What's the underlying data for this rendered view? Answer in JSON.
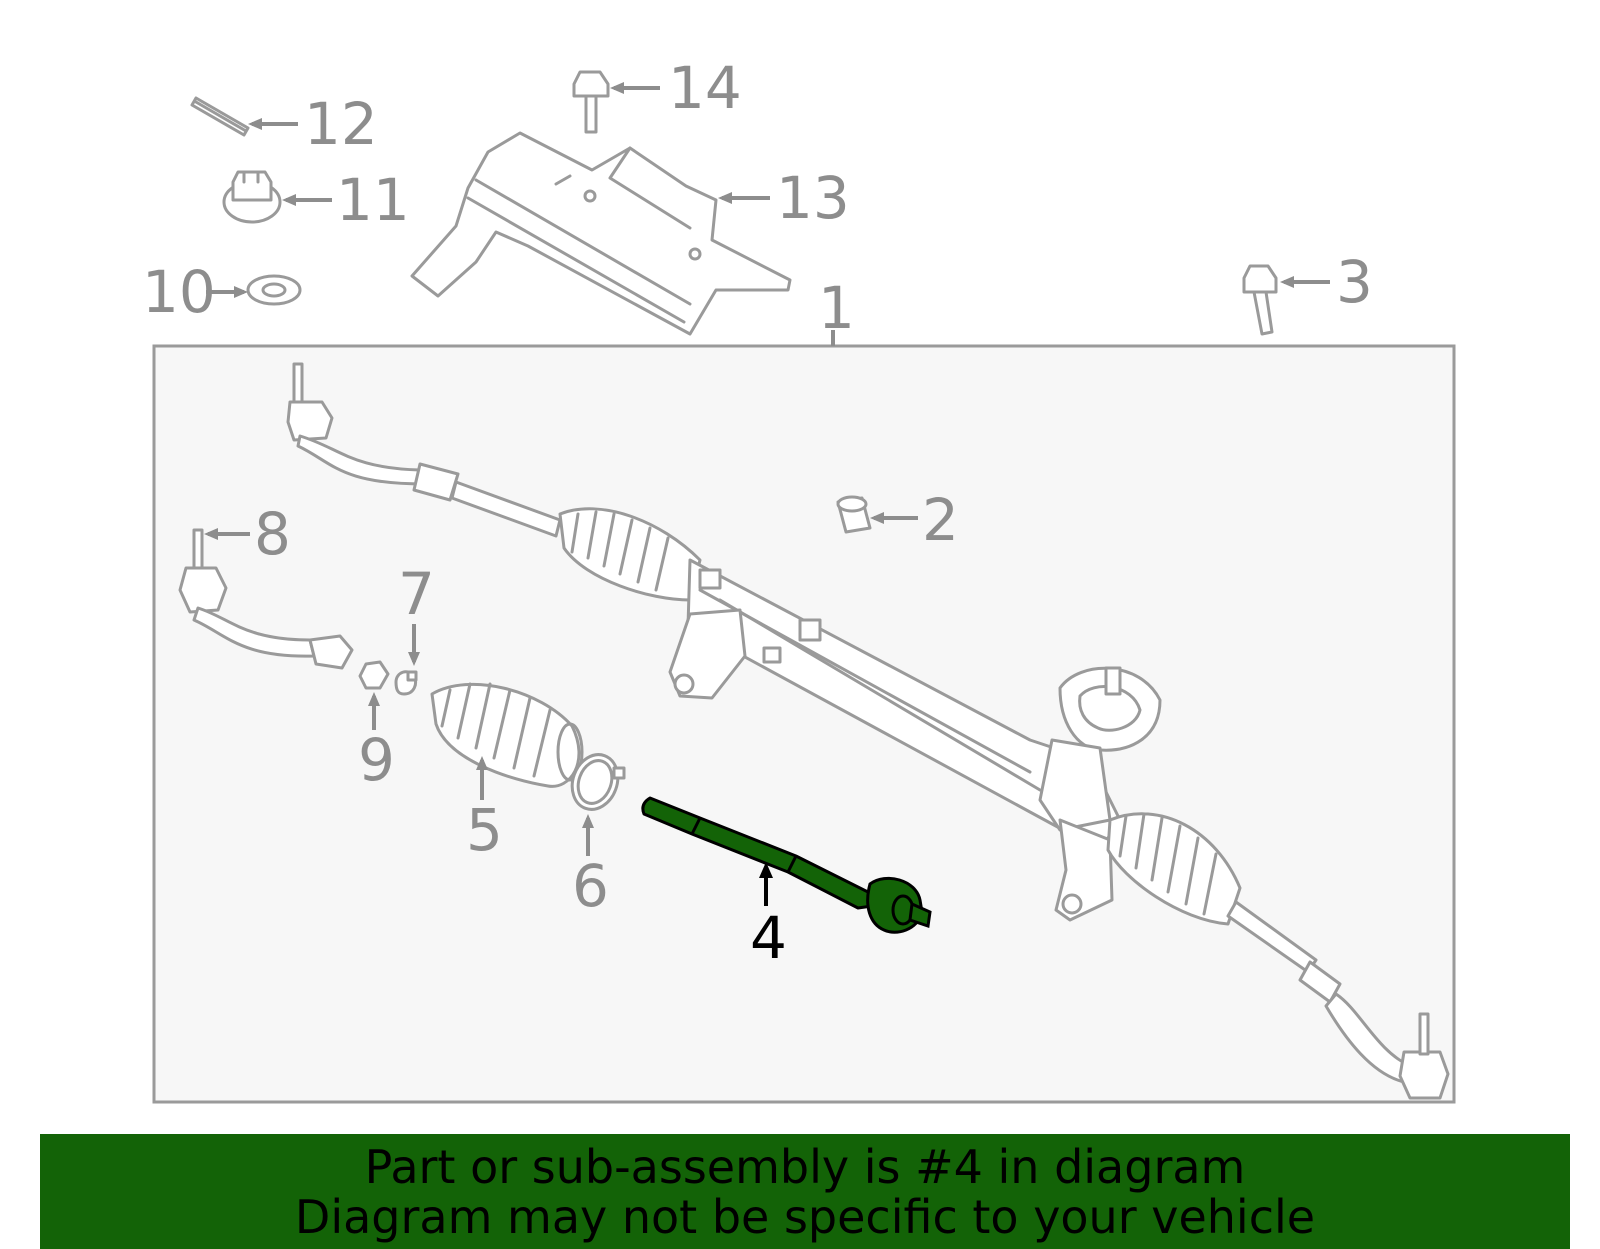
{
  "diagram": {
    "callouts": [
      {
        "id": "1",
        "highlighted": false
      },
      {
        "id": "2",
        "highlighted": false
      },
      {
        "id": "3",
        "highlighted": false
      },
      {
        "id": "4",
        "highlighted": true
      },
      {
        "id": "5",
        "highlighted": false
      },
      {
        "id": "6",
        "highlighted": false
      },
      {
        "id": "7",
        "highlighted": false
      },
      {
        "id": "8",
        "highlighted": false
      },
      {
        "id": "9",
        "highlighted": false
      },
      {
        "id": "10",
        "highlighted": false
      },
      {
        "id": "11",
        "highlighted": false
      },
      {
        "id": "12",
        "highlighted": false
      },
      {
        "id": "13",
        "highlighted": false
      },
      {
        "id": "14",
        "highlighted": false
      }
    ],
    "colors": {
      "line": "#9a9a9a",
      "highlight_part": "#136307",
      "highlight_label": "#000000",
      "assembly_box_fill": "#f7f7f7"
    }
  },
  "banner": {
    "line1": "Part or sub-assembly is #4 in diagram",
    "line2": "Diagram may not be specific to your vehicle",
    "background": "#136307"
  }
}
